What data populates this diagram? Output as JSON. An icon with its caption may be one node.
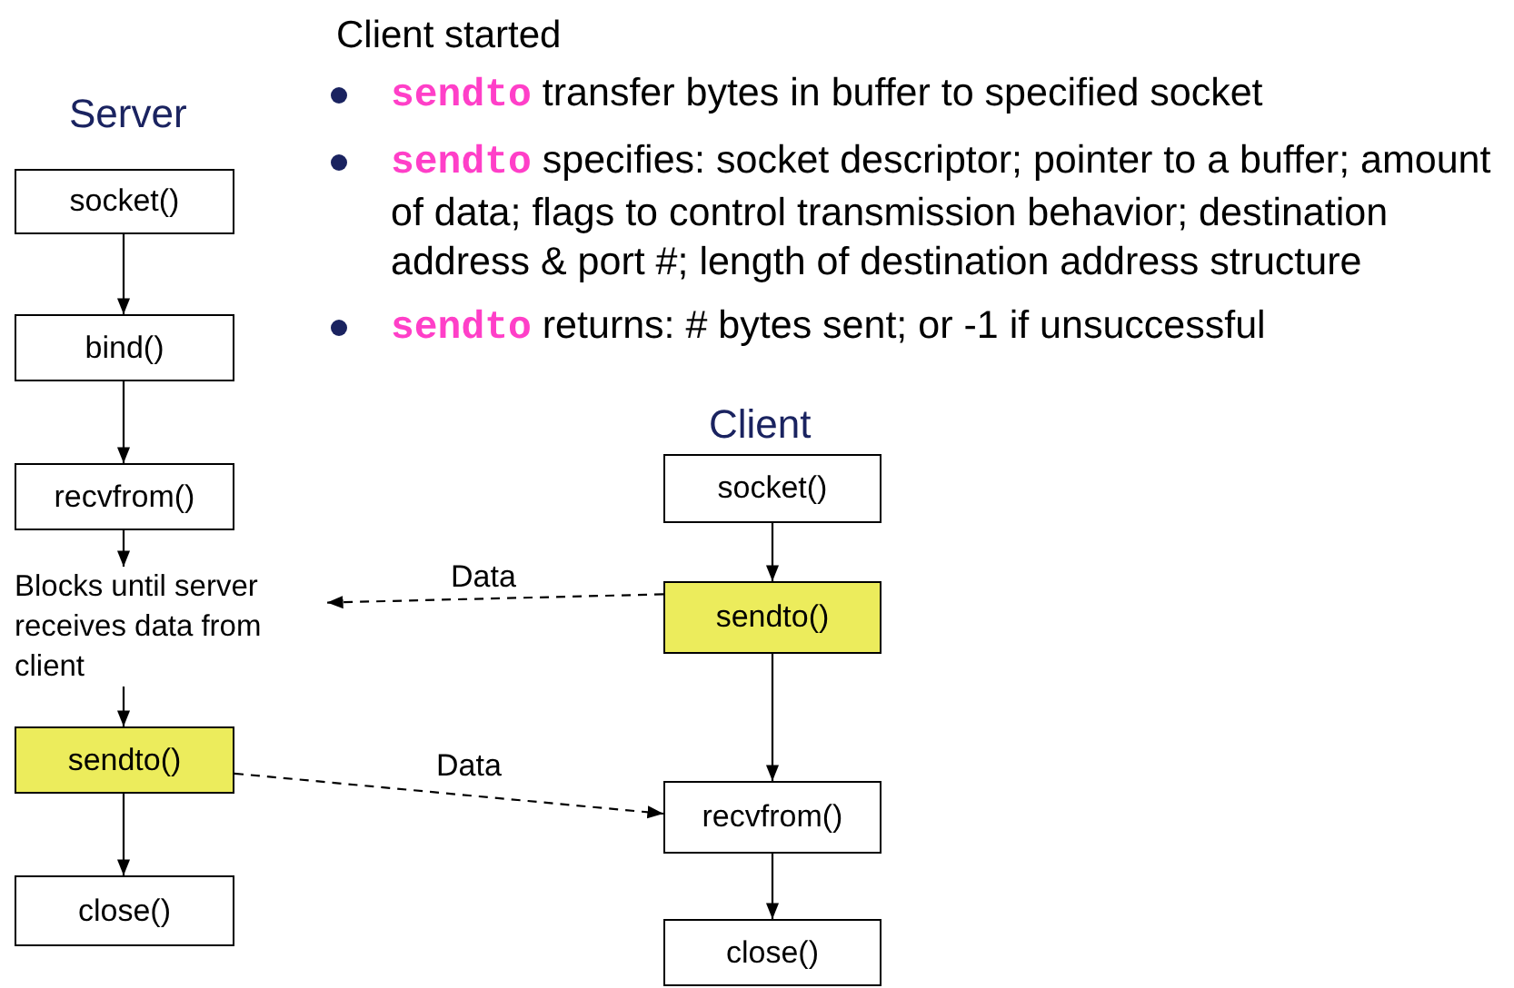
{
  "diagram": {
    "nodes": [
      {
        "text": [
          "socket()"
        ]
      },
      {
        "text": [
          "bind()"
        ]
      },
      {
        "text": [
          "recvfrom()"
        ]
      },
      {
        "text": [
          "Blocks until server receives data from client"
        ]
      },
      {
        "text": [
          "sendto()"
        ]
      },
      {
        "text": [
          "close()"
        ]
      },
      {
        "text": [
          "socket()"
        ]
      },
      {
        "text": [
          "sendto()"
        ]
      },
      {
        "text": [
          "recvfrom()"
        ]
      },
      {
        "text": [
          "close()"
        ]
      }
    ],
    "edges": [
      {
        "from": 0,
        "to": 1,
        "arrow": "to"
      },
      {
        "from": 1,
        "to": 2,
        "arrow": "to"
      },
      {
        "from": 2,
        "to": 3,
        "arrow": "to"
      },
      {
        "from": 3,
        "to": 4,
        "arrow": "to"
      },
      {
        "from": 4,
        "to": 5,
        "arrow": "to"
      },
      {
        "from": 6,
        "to": 7,
        "arrow": "to"
      },
      {
        "from": 7,
        "to": 8,
        "arrow": "to"
      },
      {
        "from": 8,
        "to": 9,
        "arrow": "to"
      },
      {
        "from": 7,
        "to": 3,
        "arrow": "to",
        "label": "Data",
        "style": "dashed"
      },
      {
        "from": 4,
        "to": 8,
        "arrow": "to",
        "label": "Data",
        "style": "dashed"
      }
    ],
    "labels": [
      "Client started",
      "**sendto** transfer bytes in buffer to specified socket",
      "**sendto** specifies: socket descriptor; pointer to a buffer; amount of data; flags to control transmission behavior; destination address & port #; length of destination address structure",
      "**sendto** returns:  # bytes sent;  or -1 if unsuccessful",
      "Server",
      "Client"
    ]
  }
}
